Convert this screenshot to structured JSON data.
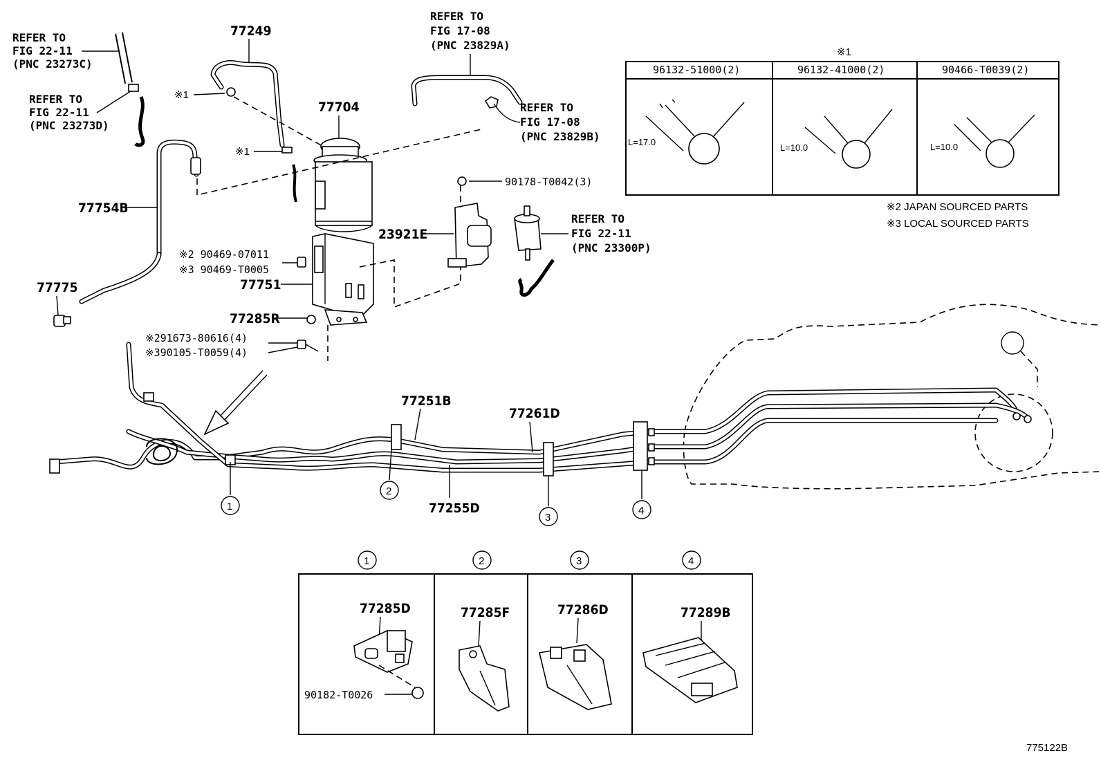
{
  "diagram_id": "775122B",
  "refs": {
    "tl_upper": [
      "REFER TO",
      "FIG 22-11",
      "(PNC 23273C)"
    ],
    "tl_lower": [
      "REFER TO",
      "FIG 22-11",
      "(PNC 23273D)"
    ],
    "top_a": [
      "REFER TO",
      "FIG 17-08",
      "(PNC 23829A)"
    ],
    "top_b": [
      "REFER TO",
      "FIG 17-08",
      "(PNC 23829B)"
    ],
    "filter": [
      "REFER TO",
      "FIG 22-11",
      "(PNC 23300P)"
    ]
  },
  "parts": {
    "p77249": "77249",
    "p77704": "77704",
    "p77754B": "77754B",
    "p77775": "77775",
    "p77751": "77751",
    "p77285R": "77285R",
    "p23921E": "23921E",
    "p90178": "90178-T0042(3)",
    "p90469a": "※2 90469-07011",
    "p90469b": "※3 90469-T0005",
    "p91673": "※291673-80616(4)",
    "p90105": "※390105-T0059(4)",
    "p77251B": "77251B",
    "p77261D": "77261D",
    "p77255D": "77255D",
    "mark1": "※1"
  },
  "clamp_table": {
    "mark": "※1",
    "columns": [
      {
        "part": "96132-51000(2)",
        "length": "L=17.0"
      },
      {
        "part": "96132-41000(2)",
        "length": "L=10.0"
      },
      {
        "part": "90466-T0039(2)",
        "length": "L=10.0"
      }
    ]
  },
  "notes": [
    "※2 JAPAN SOURCED PARTS",
    "※3 LOCAL SOURCED PARTS"
  ],
  "callouts": [
    "1",
    "2",
    "3",
    "4"
  ],
  "detail_table": {
    "cells": [
      {
        "circle": "1",
        "part": "77285D",
        "sub": "90182-T0026"
      },
      {
        "circle": "2",
        "part": "77285F"
      },
      {
        "circle": "3",
        "part": "77286D"
      },
      {
        "circle": "4",
        "part": "77289B"
      }
    ]
  }
}
